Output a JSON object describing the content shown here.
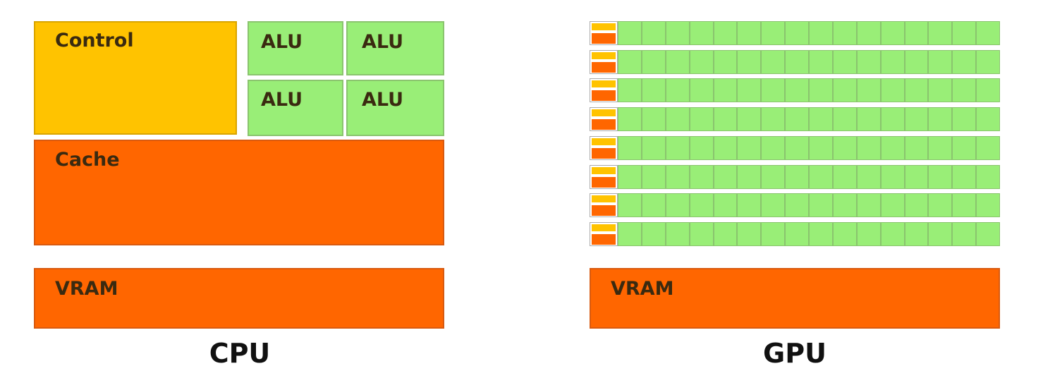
{
  "cpu": {
    "control_label": "Control",
    "alu_labels": [
      "ALU",
      "ALU",
      "ALU",
      "ALU"
    ],
    "cache_label": "Cache",
    "vram_label": "VRAM",
    "caption": "CPU"
  },
  "gpu": {
    "rows": 8,
    "alus_per_row": 16,
    "vram_label": "VRAM",
    "caption": "GPU"
  },
  "colors": {
    "control": "#ffc300",
    "cache": "#ff6600",
    "alu": "#99ee77"
  }
}
